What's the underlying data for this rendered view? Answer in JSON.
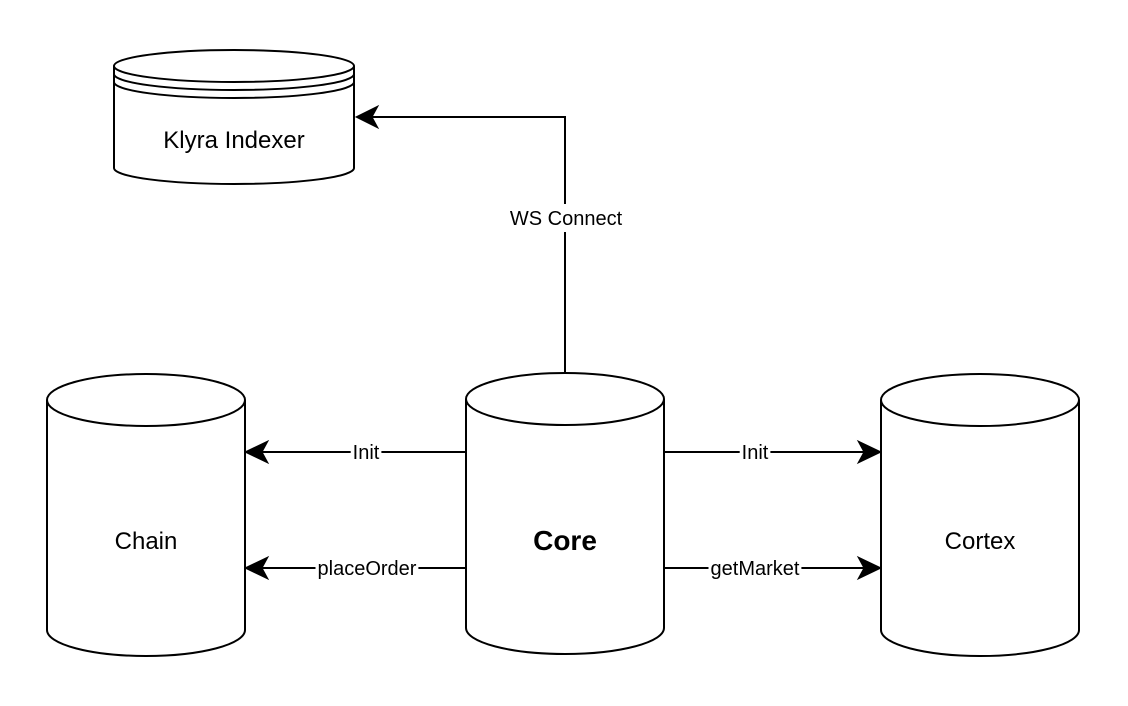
{
  "nodes": {
    "indexer": {
      "label": "Klyra Indexer",
      "shape": "storage-cylinder"
    },
    "chain": {
      "label": "Chain",
      "shape": "cylinder"
    },
    "core": {
      "label": "Core",
      "shape": "cylinder",
      "emphasis": "bold"
    },
    "cortex": {
      "label": "Cortex",
      "shape": "cylinder"
    }
  },
  "edges": {
    "core_to_indexer": {
      "label": "WS Connect",
      "from": "Core",
      "to": "Klyra Indexer"
    },
    "core_to_chain_init": {
      "label": "Init",
      "from": "Core",
      "to": "Chain"
    },
    "core_to_chain_place": {
      "label": "placeOrder",
      "from": "Core",
      "to": "Chain"
    },
    "core_to_cortex_init": {
      "label": "Init",
      "from": "Core",
      "to": "Cortex"
    },
    "core_to_cortex_market": {
      "label": "getMarket",
      "from": "Core",
      "to": "Cortex"
    }
  },
  "colors": {
    "stroke": "#000000",
    "fill": "#ffffff",
    "background": "#ffffff"
  }
}
